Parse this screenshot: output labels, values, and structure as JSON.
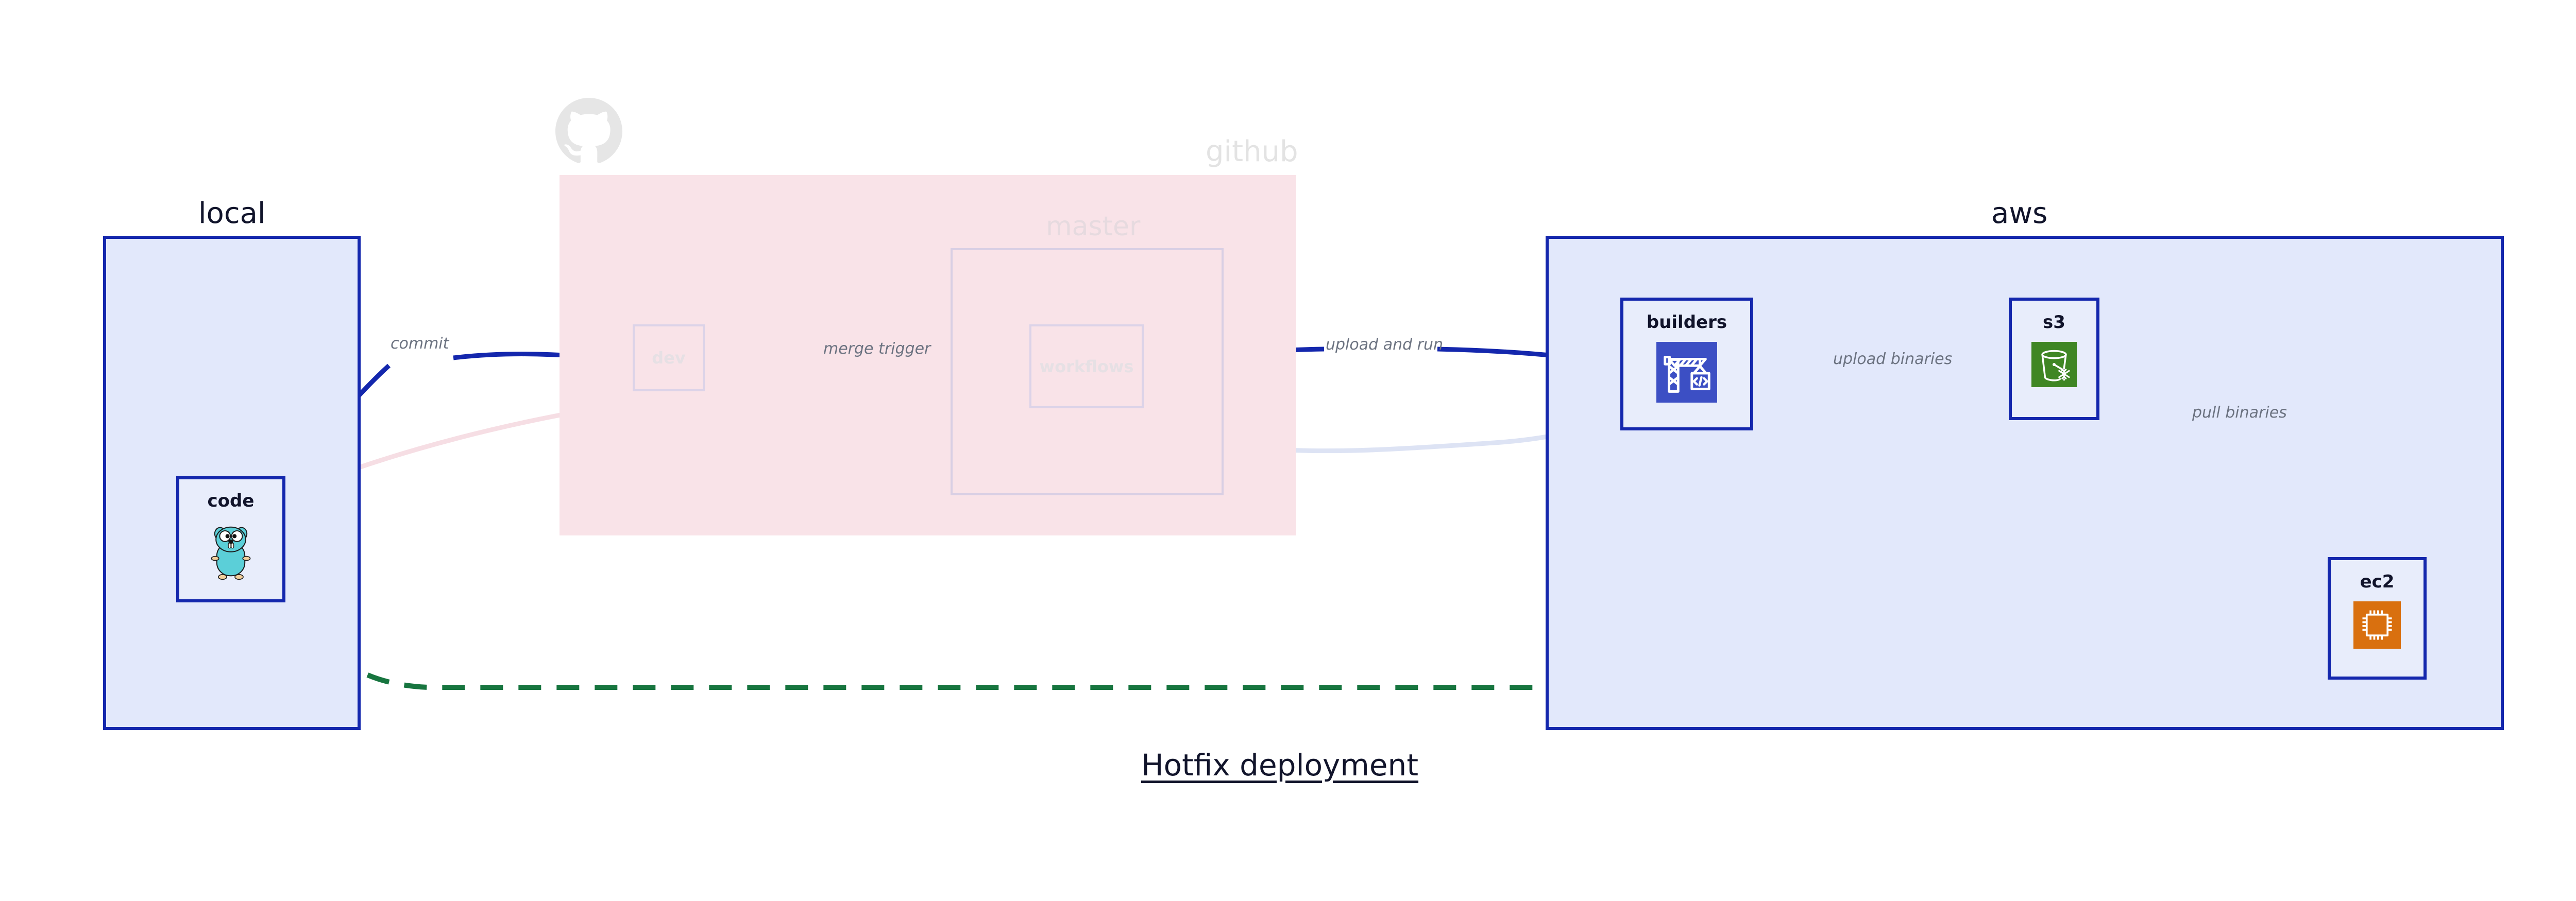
{
  "diagram": {
    "title": "Hotfix deployment",
    "background": "#ffffff",
    "colors": {
      "node_border": "#1427ad",
      "node_fill": "#e8edfb",
      "cluster_fill_blue": "#e2e8fb",
      "cluster_fill_pink": "#f9e3e8",
      "edge_primary": "#1427ad",
      "edge_dashed": "#17753f",
      "edge_label_text": "#6b7280",
      "faded_text": "#e3e3e3",
      "builders_icon": "#3c4fc4",
      "s3_icon": "#3f8624",
      "ec2_icon": "#d9700f",
      "gopher_body": "#5bcfd8"
    }
  },
  "clusters": [
    {
      "id": "local",
      "label": "local",
      "state": "active"
    },
    {
      "id": "github",
      "label": "github",
      "state": "faded"
    },
    {
      "id": "aws",
      "label": "aws",
      "state": "active"
    }
  ],
  "subclusters": [
    {
      "id": "master",
      "label": "master",
      "parent": "github",
      "state": "faded"
    }
  ],
  "nodes": [
    {
      "id": "code",
      "label": "code",
      "cluster": "local",
      "icon": "go-gopher-icon",
      "state": "active"
    },
    {
      "id": "dev",
      "label": "dev",
      "cluster": "github",
      "icon": "none",
      "state": "faded"
    },
    {
      "id": "workflows",
      "label": "workflows",
      "cluster": "master",
      "icon": "none",
      "state": "faded"
    },
    {
      "id": "builders",
      "label": "builders",
      "cluster": "aws",
      "icon": "aws-codebuild-icon",
      "state": "active"
    },
    {
      "id": "s3",
      "label": "s3",
      "cluster": "aws",
      "icon": "aws-s3-glacier-icon",
      "state": "active"
    },
    {
      "id": "ec2",
      "label": "ec2",
      "cluster": "aws",
      "icon": "aws-ec2-icon",
      "state": "active"
    }
  ],
  "edges": [
    {
      "id": "commit",
      "from": "code",
      "to": "dev",
      "label": "commit",
      "style": "solid",
      "color": "#1427ad"
    },
    {
      "id": "merge-trigger",
      "from": "dev",
      "to": "workflows",
      "label": "merge trigger",
      "style": "solid",
      "color": "#1427ad"
    },
    {
      "id": "upload-and-run",
      "from": "workflows",
      "to": "builders",
      "label": "upload and run",
      "style": "solid",
      "color": "#1427ad"
    },
    {
      "id": "upload-binaries",
      "from": "builders",
      "to": "s3",
      "label": "upload binaries",
      "style": "solid",
      "color": "#1427ad"
    },
    {
      "id": "pull-binaries",
      "from": "s3",
      "to": "ec2",
      "label": "pull binaries",
      "style": "solid",
      "color": "#1427ad"
    },
    {
      "id": "hotfix-direct",
      "from": "code",
      "to": "ec2",
      "label": "",
      "style": "dashed",
      "color": "#17753f"
    },
    {
      "id": "ghost-code-dev",
      "from": "code",
      "to": "dev",
      "label": "",
      "style": "faded-solid",
      "color": "#f6dee4"
    },
    {
      "id": "ghost-dev-workflows",
      "from": "dev",
      "to": "workflows",
      "label": "",
      "style": "faded-solid",
      "color": "#dcd6ea"
    },
    {
      "id": "ghost-workflows-build",
      "from": "workflows",
      "to": "builders",
      "label": "",
      "style": "faded-solid",
      "color": "#dfe4f5"
    }
  ],
  "icons": {
    "octocat": "github-octocat-icon",
    "gopher": "go-gopher-icon",
    "codebuild": "aws-codebuild-crane-icon",
    "s3glacier": "aws-s3-bucket-snowflake-icon",
    "ec2": "aws-ec2-cpu-chip-icon"
  }
}
